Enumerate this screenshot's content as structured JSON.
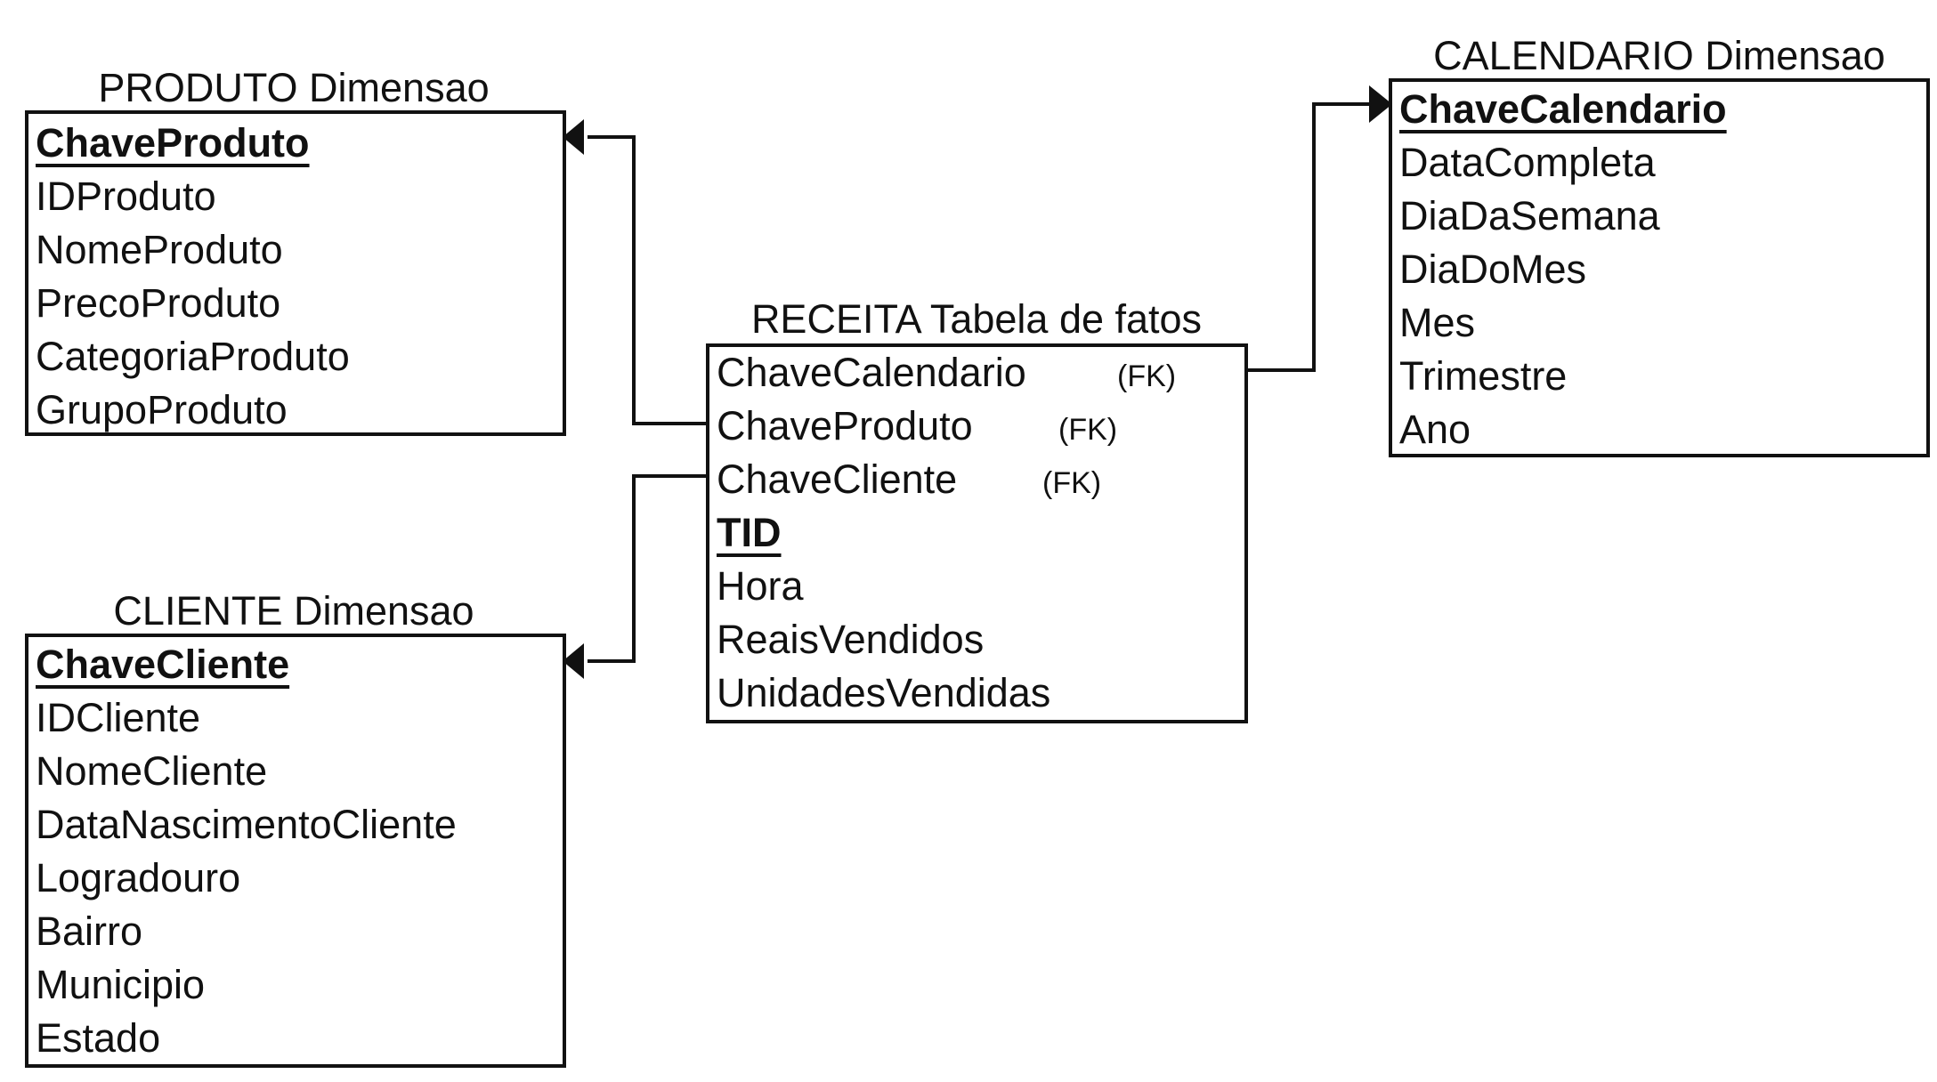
{
  "produto": {
    "title": "PRODUTO Dimensao",
    "fields": [
      "ChaveProduto",
      "IDProduto",
      "NomeProduto",
      "PrecoProduto",
      "CategoriaProduto",
      "GrupoProduto"
    ]
  },
  "cliente": {
    "title": "CLIENTE Dimensao",
    "fields": [
      "ChaveCliente",
      "IDCliente",
      "NomeCliente",
      "DataNascimentoCliente",
      "Logradouro",
      "Bairro",
      "Municipio",
      "Estado"
    ]
  },
  "receita": {
    "title": "RECEITA Tabela de fatos",
    "fields": [
      "ChaveCalendario",
      "ChaveProduto",
      "ChaveCliente",
      "TID",
      "Hora",
      "ReaisVendidos",
      "UnidadesVendidas"
    ],
    "fk_label": "(FK)"
  },
  "calendario": {
    "title": "CALENDARIO Dimensao",
    "fields": [
      "ChaveCalendario",
      "DataCompleta",
      "DiaDaSemana",
      "DiaDoMes",
      "Mes",
      "Trimestre",
      "Ano"
    ]
  }
}
